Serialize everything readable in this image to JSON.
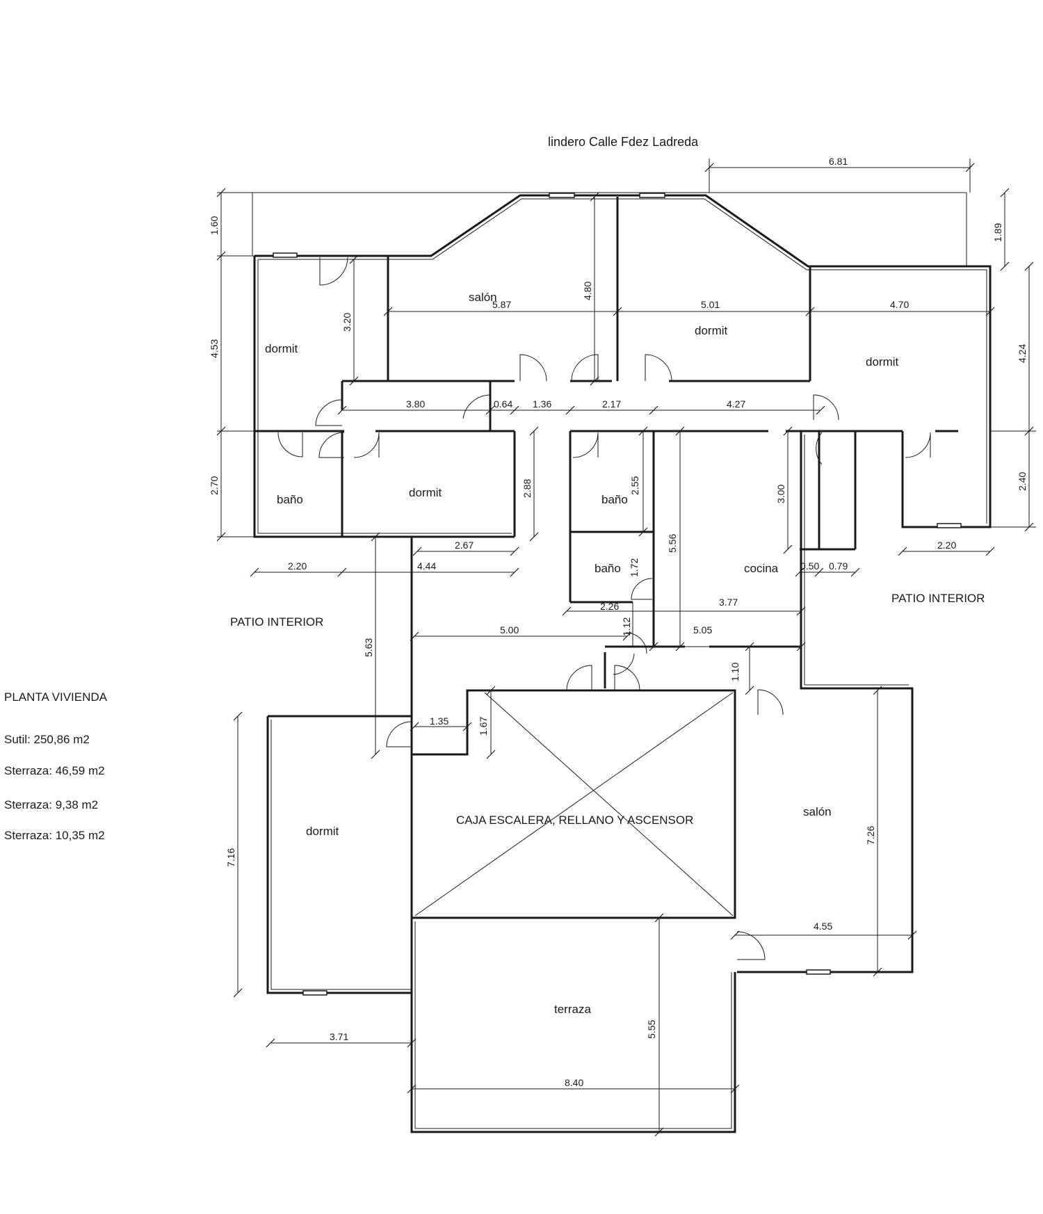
{
  "header": {
    "street": "lindero Calle Fdez Ladreda"
  },
  "summary": {
    "title": "PLANTA VIVIENDA",
    "lines": [
      "Sutil: 250,86 m2",
      "Sterraza: 46,59 m2",
      "Sterraza: 9,38 m2",
      "Sterraza: 10,35 m2"
    ]
  },
  "rooms": {
    "dormit_nw": "dormit",
    "salon_top": "salón",
    "dormit_top_mid": "dormit",
    "dormit_ne": "dormit",
    "bano_w": "baño",
    "dormit_w": "dormit",
    "bano_mid": "baño",
    "bano_small": "baño",
    "cocina": "cocina",
    "patio_left": "PATIO INTERIOR",
    "patio_right": "PATIO INTERIOR",
    "caja": "CAJA ESCALERA, RELLANO Y ASCENSOR",
    "dormit_sw": "dormit",
    "salon_se": "salón",
    "terraza": "terraza"
  },
  "dimensions": {
    "d681": "6.81",
    "d160": "1.60",
    "d189": "1.89",
    "d453": "4.53",
    "d320": "3.20",
    "d587": "5.87",
    "d480": "4.80",
    "d501": "5.01",
    "d470": "4.70",
    "d424": "4.24",
    "d380": "3.80",
    "d064": "0.64",
    "d136": "1.36",
    "d217": "2.17",
    "d427": "4.27",
    "d270": "2.70",
    "d288": "2.88",
    "d255": "2.55",
    "d300": "3.00",
    "d240": "2.40",
    "d556": "5.56",
    "d267": "2.67",
    "d220a": "2.20",
    "d444": "4.44",
    "d172": "1.72",
    "d050": "0.50",
    "d079": "0.79",
    "d220b": "2.20",
    "d226": "2.26",
    "d377": "3.77",
    "d112": "1.12",
    "d500": "5.00",
    "d505": "5.05",
    "d563": "5.63",
    "d110": "1.10",
    "d135": "1.35",
    "d167": "1.67",
    "d726": "7.26",
    "d716": "7.16",
    "d455": "4.55",
    "d371": "3.71",
    "d555": "5.55",
    "d840": "8.40"
  }
}
